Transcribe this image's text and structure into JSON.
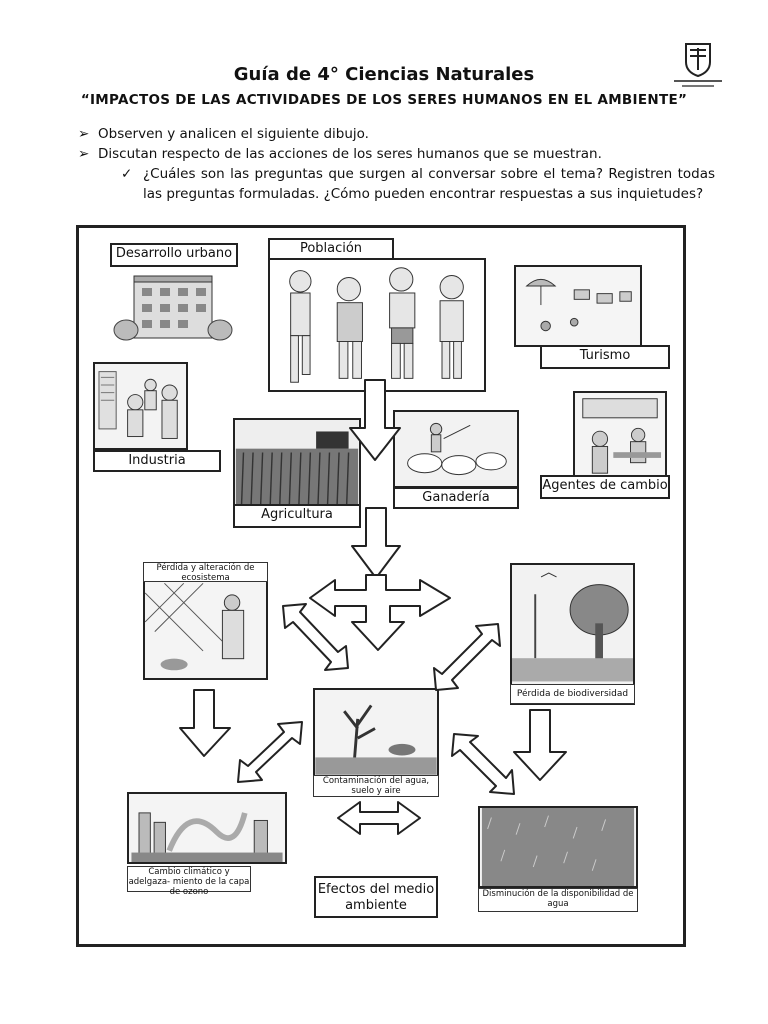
{
  "header": {
    "title": "Guía de 4° Ciencias Naturales",
    "subtitle": "“IMPACTOS DE LAS ACTIVIDADES DE LOS SERES HUMANOS EN EL AMBIENTE”"
  },
  "instructions": [
    "Observen y analicen el siguiente dibujo.",
    "Discutan respecto de las acciones de los seres humanos que se muestran.",
    "¿Cuáles son las preguntas que surgen al conversar sobre el tema? Registren todas las preguntas formuladas. ¿Cómo pueden encontrar respuestas a sus inquietudes?"
  ],
  "marks": {
    "bullet": "➢",
    "check": "✓"
  },
  "diagram": {
    "desarrollo": "Desarrollo urbano",
    "poblacion": "Población",
    "turismo": "Turismo",
    "industria": "Industria",
    "agricultura": "Agricultura",
    "ganaderia": "Ganadería",
    "agentes": "Agentes de cambio",
    "perdida_eco": "Pérdida y alteración de ecosistema",
    "perdida_bio": "Pérdida de biodiversidad",
    "contaminacion": "Contaminación del agua, suelo y aire",
    "cambio": "Cambio climático y adelgaza- miento de la capa de ozono",
    "efectos": "Efectos del medio ambiente",
    "disminucion": "Disminución de la disponibilidad de agua"
  }
}
